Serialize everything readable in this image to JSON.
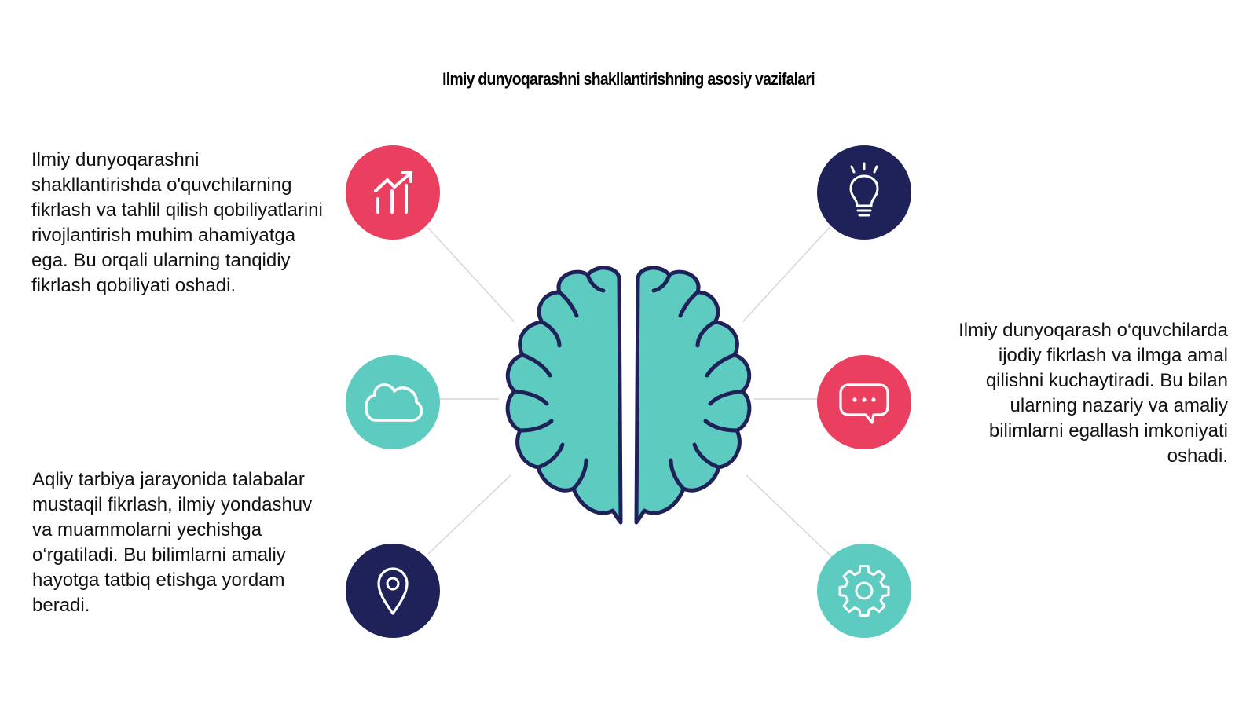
{
  "title": "Ilmiy dunyoqarashni shakllantirishning asosiy vazifalari",
  "blocks": {
    "top_left": "Ilmiy dunyoqarashni shakllantirishda o'quvchilarning fikrlash va tahlil qilish qobiliyatlarini rivojlantirish muhim ahamiyatga ega. Bu orqali ularning tanqidiy fikrlash qobiliyati oshadi.",
    "bottom_left": "Aqliy tarbiya jarayonida talabalar mustaqil fikrlash, ilmiy yondashuv va muammolarni yechishga o‘rgatiladi. Bu bilimlarni amaliy hayotga tatbiq etishga yordam beradi.",
    "right": "Ilmiy dunyoqarash o‘quvchilarda ijodiy fikrlash va ilmga amal qilishni kuchaytiradi. Bu bilan ularning nazariy va amaliy bilimlarni egallash imkoniyati oshadi."
  },
  "icons": [
    {
      "name": "growth-chart-icon",
      "color": "#EA3F5F"
    },
    {
      "name": "cloud-icon",
      "color": "#5ECBC0"
    },
    {
      "name": "location-pin-icon",
      "color": "#1F2259"
    },
    {
      "name": "lightbulb-icon",
      "color": "#1F2259"
    },
    {
      "name": "chat-bubble-icon",
      "color": "#EA3F5F"
    },
    {
      "name": "gear-icon",
      "color": "#5ECBC0"
    }
  ],
  "center": {
    "name": "brain-icon",
    "fill": "#5ECBC0",
    "stroke": "#1F2259"
  }
}
